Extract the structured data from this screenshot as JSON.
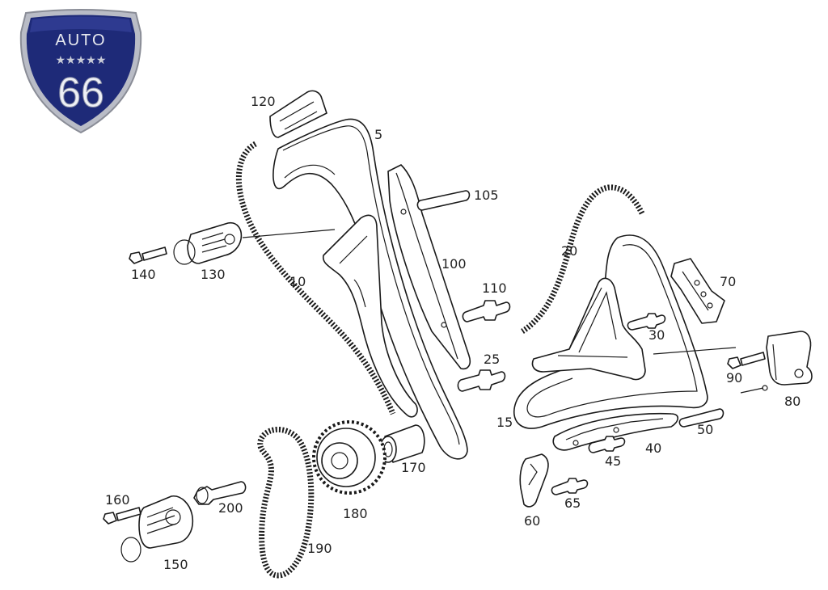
{
  "logo": {
    "top_text": "AUTO",
    "stars": "★★★★★",
    "number": "66",
    "colors": {
      "shield": "#1e2a78",
      "rim": "#c7c9d1",
      "text": "#e8eaf0"
    }
  },
  "labels": {
    "p5": "5",
    "p10": "10",
    "p15": "15",
    "p20": "20",
    "p25": "25",
    "p30": "30",
    "p40": "40",
    "p45": "45",
    "p50": "50",
    "p60": "60",
    "p65": "65",
    "p70": "70",
    "p80": "80",
    "p90": "90",
    "p100": "100",
    "p105": "105",
    "p110": "110",
    "p120": "120",
    "p130": "130",
    "p140": "140",
    "p150": "150",
    "p160": "160",
    "p170": "170",
    "p180": "180",
    "p190": "190",
    "p200": "200"
  }
}
